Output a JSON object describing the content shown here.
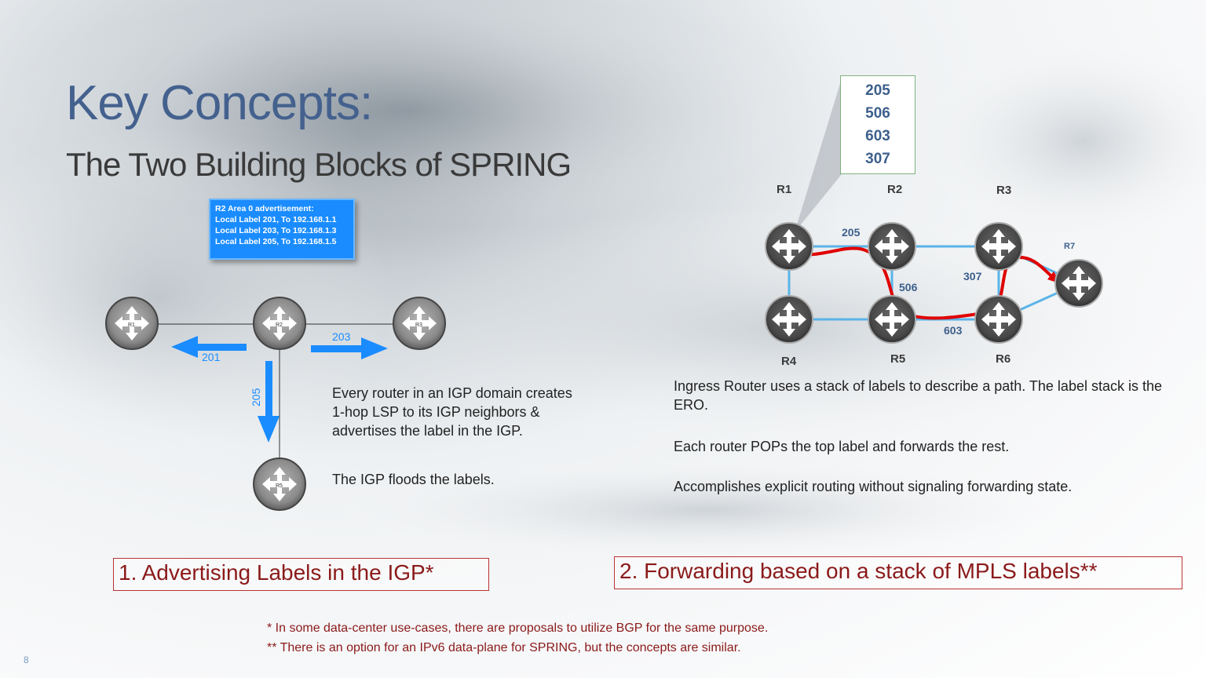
{
  "slide": {
    "title": "Key Concepts:",
    "subtitle": "The Two Building Blocks of SPRING",
    "page_number": "8"
  },
  "left": {
    "advertisement": {
      "line1": "R2 Area 0 advertisement:",
      "line2": "Local Label 201, To 192.168.1.1",
      "line3": "Local Label 203, To 192.168.1.3",
      "line4": "Local Label 205, To 192.168.1.5"
    },
    "routers": {
      "r1": "R1",
      "r2": "R2",
      "r3": "R3",
      "r5": "R5"
    },
    "labels": {
      "l201": "201",
      "l203": "203",
      "l205": "205"
    },
    "desc1": "Every router in an IGP domain creates 1-hop LSP to its IGP neighbors & advertises the label in the IGP.",
    "desc2": "The IGP floods the labels.",
    "caption": "1. Advertising Labels in the IGP*"
  },
  "right": {
    "stack": [
      "205",
      "506",
      "603",
      "307"
    ],
    "routers": {
      "r1": "R1",
      "r2": "R2",
      "r3": "R3",
      "r4": "R4",
      "r5": "R5",
      "r6": "R6",
      "r7": "R7"
    },
    "link_labels": {
      "l205": "205",
      "l506": "506",
      "l603": "603",
      "l307": "307"
    },
    "desc1": "Ingress Router uses a stack of labels to describe a path.  The label stack is the ERO.",
    "desc2": "Each router POPs the top label and forwards the rest.",
    "desc3": "Accomplishes explicit routing without signaling forwarding state.",
    "caption": "2. Forwarding based on a stack of MPLS labels**"
  },
  "footnotes": {
    "f1": "*   In some data-center use-cases, there are proposals to utilize BGP for the same purpose.",
    "f2": "** There is an option for an IPv6 data-plane for SPRING, but the concepts are similar."
  },
  "colors": {
    "title": "#44618e",
    "accent_blue": "#1a8cff",
    "path_red": "#e00000",
    "link_blue": "#5ab4e8",
    "caption_red": "#8b1a1a"
  }
}
